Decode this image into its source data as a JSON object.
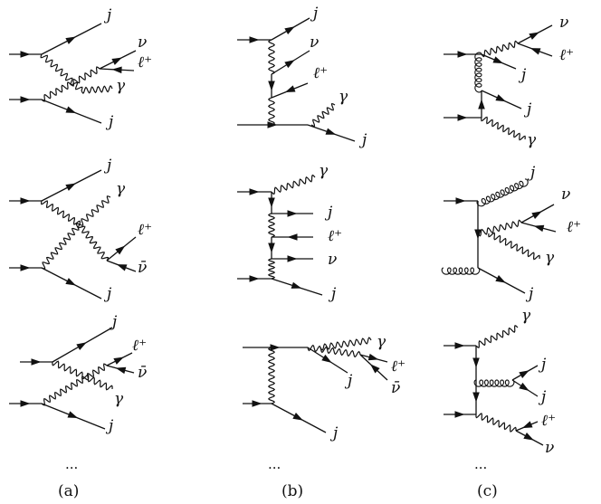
{
  "captions": {
    "a": "(a)",
    "b": "(b)",
    "c": "(c)"
  },
  "ellipsis": "...",
  "particles": {
    "jet": "j",
    "neutrino": "ν",
    "antineutrino": "ν̄",
    "lepton": "ℓ⁺",
    "photon": "γ"
  },
  "diagrams": [
    {
      "column": "a",
      "row": 1,
      "labels": [
        "j",
        "ν",
        "ℓ⁺",
        "γ",
        "j"
      ]
    },
    {
      "column": "a",
      "row": 2,
      "labels": [
        "j",
        "γ",
        "ℓ⁺",
        "ν̄",
        "j"
      ]
    },
    {
      "column": "a",
      "row": 3,
      "labels": [
        "j",
        "ℓ⁺",
        "ν̄",
        "γ",
        "j"
      ]
    },
    {
      "column": "b",
      "row": 1,
      "labels": [
        "j",
        "ν",
        "ℓ⁺",
        "γ",
        "j"
      ]
    },
    {
      "column": "b",
      "row": 2,
      "labels": [
        "γ",
        "j",
        "ℓ⁺",
        "ν",
        "j"
      ]
    },
    {
      "column": "b",
      "row": 3,
      "labels": [
        "γ",
        "ℓ⁺",
        "j",
        "ν̄",
        "j"
      ]
    },
    {
      "column": "c",
      "row": 1,
      "labels": [
        "ν",
        "ℓ⁺",
        "j",
        "j",
        "γ"
      ]
    },
    {
      "column": "c",
      "row": 2,
      "labels": [
        "j",
        "ν",
        "ℓ⁺",
        "γ",
        "j"
      ]
    },
    {
      "column": "c",
      "row": 3,
      "labels": [
        "γ",
        "j",
        "j",
        "ℓ⁺",
        "ν"
      ]
    }
  ]
}
